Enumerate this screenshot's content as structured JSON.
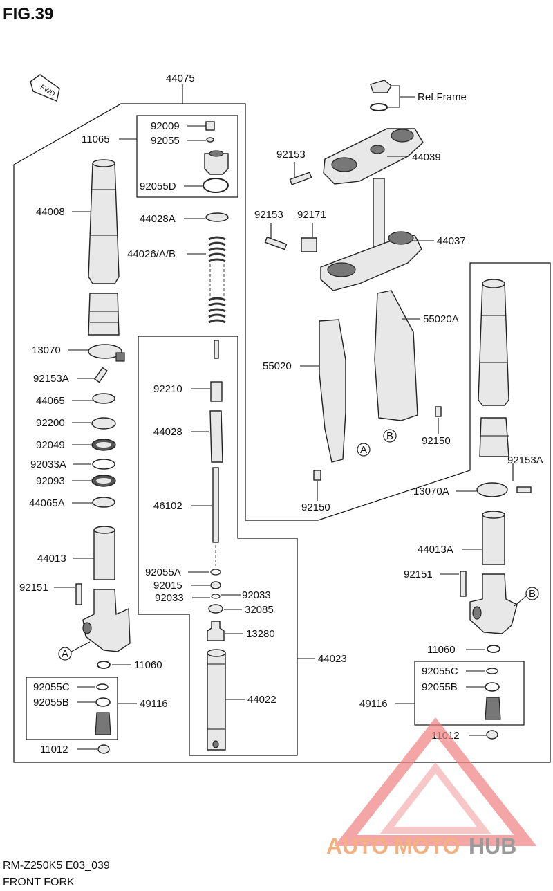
{
  "figure_title": "FIG.39",
  "model_code": "RM-Z250K5 E03_039",
  "section_name": "FRONT FORK",
  "fwd_label": "FWD",
  "watermark": {
    "auto": "AUTO",
    "moto": "MOTO",
    "hub": "HUB",
    "color_primary": "#f0a0a0",
    "color_hub": "#9a9a9a"
  },
  "callouts": {
    "a": "A",
    "b": "B"
  },
  "parts": {
    "p44075": "44075",
    "p11065": "11065",
    "p92009": "92009",
    "p92055": "92055",
    "p92055D": "92055D",
    "p44008": "44008",
    "p44028A": "44028A",
    "p44026": "44026/A/B",
    "p13070": "13070",
    "p92153A_l": "92153A",
    "p44065": "44065",
    "p92200": "92200",
    "p92049": "92049",
    "p92033A": "92033A",
    "p92093": "92093",
    "p44065A": "44065A",
    "p44013": "44013",
    "p92151_l": "92151",
    "p11060_l": "11060",
    "p92055C_l": "92055C",
    "p92055B_l": "92055B",
    "p49116_l": "49116",
    "p11012_l": "11012",
    "p92210": "92210",
    "p44028": "44028",
    "p46102": "46102",
    "p92055A": "92055A",
    "p92015": "92015",
    "p92033_a": "92033",
    "p92033_b": "92033",
    "p32085": "32085",
    "p13280": "13280",
    "p44023": "44023",
    "p44022": "44022",
    "refframe": "Ref.Frame",
    "p92153_a": "92153",
    "p44039": "44039",
    "p92153_b": "92153",
    "p92171": "92171",
    "p44037": "44037",
    "p55020A": "55020A",
    "p55020": "55020",
    "p92150_a": "92150",
    "p92150_b": "92150",
    "p92153A_r": "92153A",
    "p13070A": "13070A",
    "p44013A": "44013A",
    "p92151_r": "92151",
    "p11060_r": "11060",
    "p92055C_r": "92055C",
    "p92055B_r": "92055B",
    "p49116_r": "49116",
    "p11012_r": "11012"
  }
}
